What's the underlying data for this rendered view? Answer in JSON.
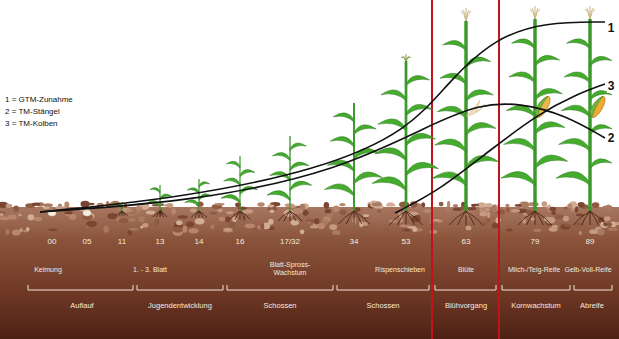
{
  "diagram": {
    "labels": [
      "1 = GTM-Zunahme",
      "2 = TM-Stängel",
      "3 = TM-Kolben",
      "1",
      "3",
      "2",
      "00",
      "05",
      "11",
      "13",
      "14",
      "16",
      "17/32",
      "34",
      "53",
      "63",
      "79",
      "89",
      "Keimung",
      "1. - 3. Blatt",
      "Blatt-Spross-Wachstum",
      "Rispenschieben",
      "Blüte",
      "Milch-/Teig-Reife",
      "Gelb-Voll-Reife",
      "Auflauf",
      "Jugendentwicklung",
      "Schossen",
      "Schossen",
      "Blühvorgang",
      "Kornwachstum",
      "Abreife"
    ]
  }
}
